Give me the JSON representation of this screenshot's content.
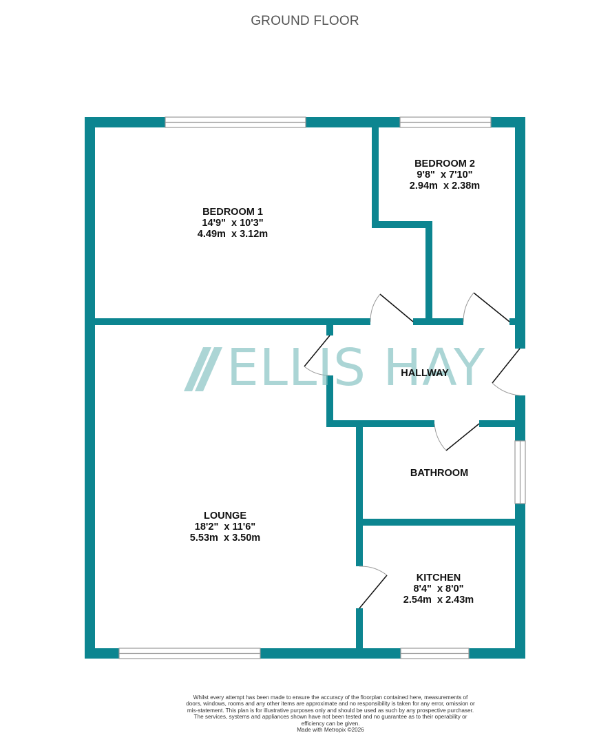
{
  "header": {
    "title": "GROUND FLOOR"
  },
  "colors": {
    "wall": "#0c8590",
    "window": "#999999",
    "door": "#111111",
    "watermark": "#7fbfbf",
    "text": "#111111"
  },
  "watermark": {
    "brand": "ELLIS HAY",
    "icon": "double-slash-logo-icon"
  },
  "rooms": [
    {
      "id": "bedroom-1",
      "name": "BEDROOM 1",
      "imperial": "14'9\"  x 10'3\"",
      "metric": "4.49m  x 3.12m"
    },
    {
      "id": "bedroom-2",
      "name": "BEDROOM 2",
      "imperial": "9'8\"  x 7'10\"",
      "metric": "2.94m  x 2.38m"
    },
    {
      "id": "hallway",
      "name": "HALLWAY"
    },
    {
      "id": "bathroom",
      "name": "BATHROOM"
    },
    {
      "id": "lounge",
      "name": "LOUNGE",
      "imperial": "18'2\"  x 11'6\"",
      "metric": "5.53m  x 3.50m"
    },
    {
      "id": "kitchen",
      "name": "KITCHEN",
      "imperial": "8'4\"  x 8'0\"",
      "metric": "2.54m  x 2.43m"
    }
  ],
  "footer": {
    "disclaimer": "Whilst every attempt has been made to ensure the accuracy of the floorplan contained here, measurements of doors, windows, rooms and any other items are approximate and no responsibility is taken for any error, omission or mis-statement. This plan is for illustrative purposes only and should be used as such by any prospective purchaser. The services, systems and appliances shown have not been tested and no guarantee as to their operability or efficiency can be given.",
    "credit": "Made with Metropix ©2026"
  }
}
